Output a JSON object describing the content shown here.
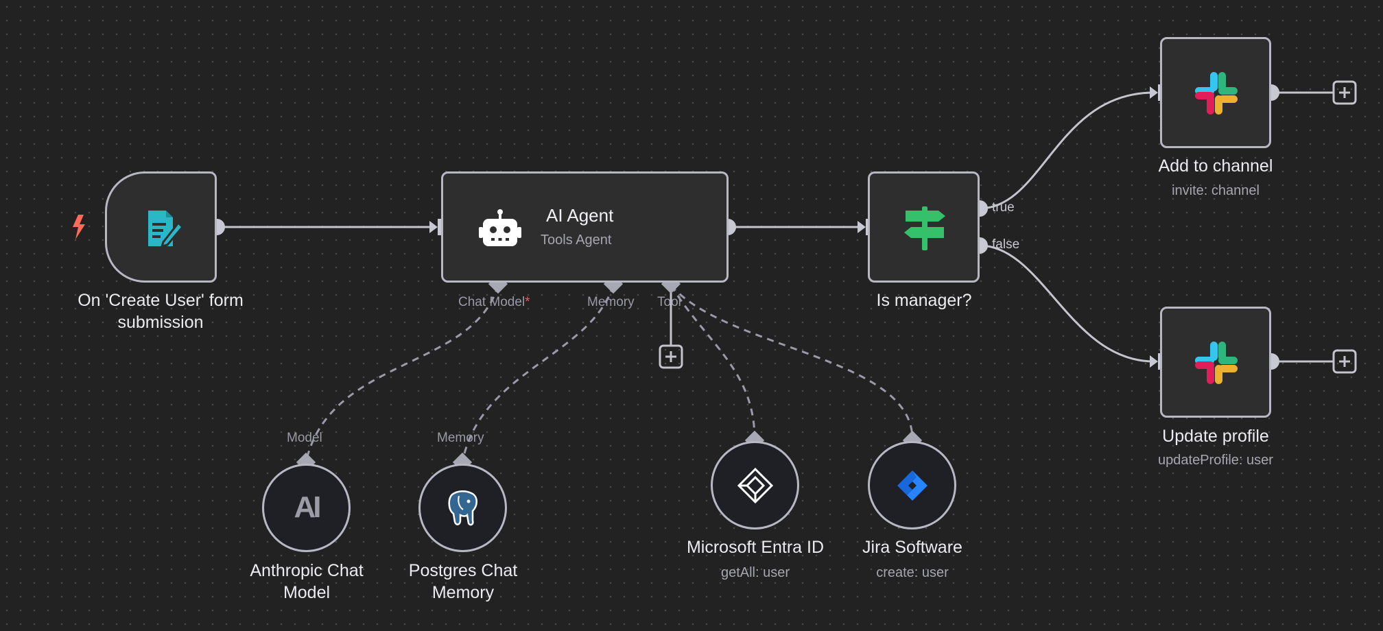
{
  "nodes": {
    "trigger": {
      "title_line1": "On 'Create User' form",
      "title_line2": "submission"
    },
    "agent": {
      "title": "AI Agent",
      "subtitle": "Tools Agent",
      "ports": {
        "chat_model": "Chat Model",
        "chat_model_required": "*",
        "memory": "Memory",
        "tool": "Tool"
      }
    },
    "switch": {
      "title": "Is manager?",
      "branch_true": "true",
      "branch_false": "false"
    },
    "slack_top": {
      "title": "Add to channel",
      "subtitle": "invite: channel"
    },
    "slack_bottom": {
      "title": "Update profile",
      "subtitle": "updateProfile: user"
    },
    "anthropic": {
      "port_label": "Model",
      "title_line1": "Anthropic Chat",
      "title_line2": "Model",
      "icon_text": "AI"
    },
    "postgres": {
      "port_label": "Memory",
      "title_line1": "Postgres Chat",
      "title_line2": "Memory"
    },
    "entra": {
      "title": "Microsoft Entra ID",
      "subtitle": "getAll: user"
    },
    "jira": {
      "title": "Jira Software",
      "subtitle": "create: user"
    }
  },
  "icons": {
    "trigger": "lightning-icon",
    "form": "form-edit-icon",
    "agent": "robot-icon",
    "switch": "signpost-icon",
    "slack": "slack-icon",
    "anthropic": "anthropic-icon",
    "postgres": "postgres-elephant-icon",
    "entra": "entra-diamond-icon",
    "jira": "jira-icon",
    "add": "plus-icon"
  },
  "colors": {
    "canvas": "#222222",
    "node_border": "#b8b8c4",
    "trigger_bolt": "#ff6d5a",
    "form_icon": "#2ab7c6",
    "switch_icon": "#35c06a",
    "jira_blue": "#2684ff",
    "required": "#ef5b5b"
  }
}
